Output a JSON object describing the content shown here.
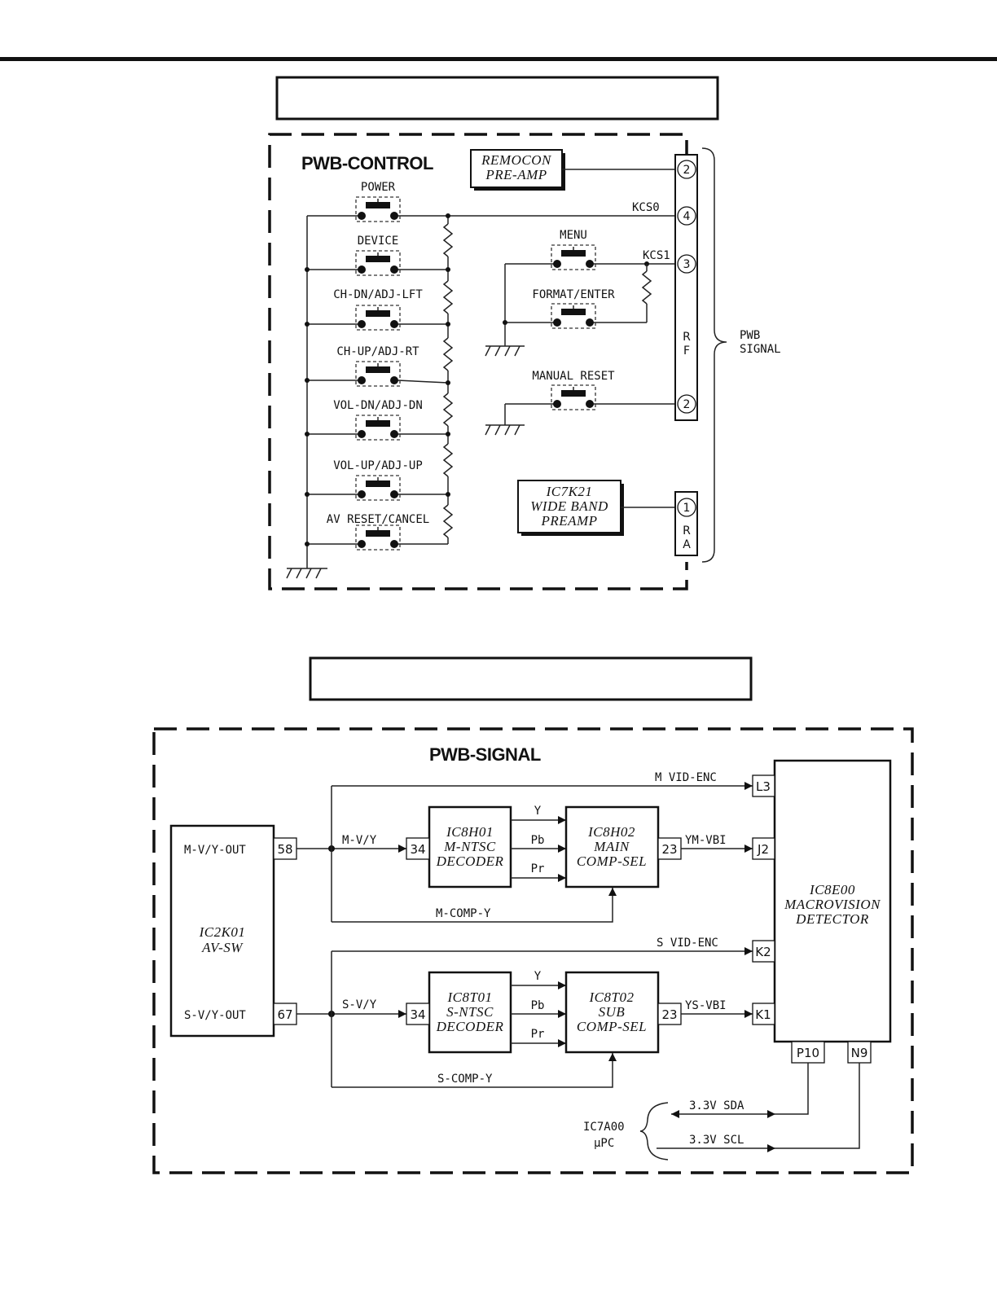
{
  "control": {
    "title": "PWB-CONTROL",
    "switches": [
      {
        "label": "POWER"
      },
      {
        "label": "DEVICE"
      },
      {
        "label": "CH-DN/ADJ-LFT"
      },
      {
        "label": "CH-UP/ADJ-RT"
      },
      {
        "label": "VOL-DN/ADJ-DN"
      },
      {
        "label": "VOL-UP/ADJ-UP"
      },
      {
        "label": "AV RESET/CANCEL"
      }
    ],
    "right_switches": [
      {
        "label": "MENU"
      },
      {
        "label": "FORMAT/ENTER"
      },
      {
        "label": "MANUAL RESET"
      }
    ],
    "remocon": [
      "REMOCON",
      "PRE-AMP"
    ],
    "ic7k21": [
      "IC7K21",
      "WIDE BAND",
      "PREAMP"
    ],
    "signals": {
      "kcs0": "KCS0",
      "kcs1": "KCS1"
    },
    "connector_rf": {
      "pins": [
        "2",
        "4",
        "3",
        "2"
      ],
      "label": [
        "R",
        "F"
      ]
    },
    "connector_ra": {
      "pins": [
        "1"
      ],
      "label": [
        "R",
        "A"
      ]
    },
    "pwb_signal": [
      "PWB",
      "SIGNAL"
    ]
  },
  "signal": {
    "title": "PWB-SIGNAL",
    "ic2k01": [
      "IC2K01",
      "AV-SW"
    ],
    "ic2k01_outputs": [
      {
        "label": "M-V/Y-OUT",
        "pin": "58"
      },
      {
        "label": "S-V/Y-OUT",
        "pin": "67"
      }
    ],
    "m_path": {
      "in_label": "M-V/Y",
      "decoder": [
        "IC8H01",
        "M-NTSC",
        "DECODER"
      ],
      "decoder_pin": "34",
      "comp": [
        "IC8H02",
        "MAIN",
        "COMP-SEL"
      ],
      "comp_pin": "23",
      "out_label": "YM-VBI",
      "top_label": "M  VID-ENC",
      "bottom_label": "M-COMP-Y"
    },
    "s_path": {
      "in_label": "S-V/Y",
      "decoder": [
        "IC8T01",
        "S-NTSC",
        "DECODER"
      ],
      "decoder_pin": "34",
      "comp": [
        "IC8T02",
        "SUB",
        "COMP-SEL"
      ],
      "comp_pin": "23",
      "out_label": "YS-VBI",
      "top_label": "S  VID-ENC",
      "bottom_label": "S-COMP-Y"
    },
    "components": [
      "Y",
      "Pb",
      "Pr"
    ],
    "ic8e00": [
      "IC8E00",
      "MACROVISION",
      "DETECTOR"
    ],
    "ic8e00_pins": [
      "L3",
      "J2",
      "K2",
      "K1",
      "P10",
      "N9"
    ],
    "upc": [
      "IC7A00",
      "μPC"
    ],
    "bus": {
      "sda": "3.3V  SDA",
      "scl": "3.3V  SCL"
    }
  }
}
